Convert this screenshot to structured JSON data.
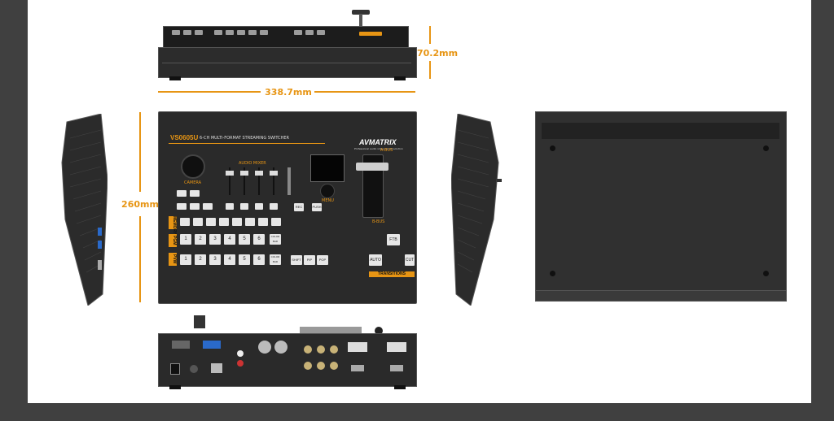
{
  "dimensions": {
    "height_top": "70.2mm",
    "width": "338.7mm",
    "depth": "260mm"
  },
  "front_panel": {
    "model": "VS0605U",
    "subtitle": "6-CH MULTI-FORMAT STREAMING SWITCHER",
    "brand": "AVMATRIX",
    "brand_tag": "Professional audio video record solution",
    "camera_label": "CAMERA",
    "audio_mixer_label": "AUDIO MIXER",
    "menu_label": "MENU",
    "a_bus_label": "A-BUS",
    "b_bus_label": "B-BUS",
    "transitions_label": "TRANSITIONS",
    "row_labels": [
      "MEMORY",
      "PGM",
      "PVW"
    ],
    "pgm_buttons": [
      "1",
      "2",
      "3",
      "4",
      "5",
      "6"
    ],
    "pvw_buttons": [
      "1",
      "2",
      "3",
      "4",
      "5",
      "6"
    ],
    "ftb_label": "FTB",
    "auto_label": "AUTO",
    "cut_label": "CUT",
    "small_buttons": [
      "REC",
      "PUSH",
      "SHIFT",
      "PIP",
      "POP"
    ],
    "extra_buttons": [
      "COLOR BAR",
      "COLOR BAR"
    ]
  },
  "colors": {
    "accent": "#e79514",
    "panel": "#2a2a2a",
    "background": "#ffffff",
    "border": "#404040"
  },
  "views": [
    "top-view",
    "front-view",
    "left-side-view",
    "right-side-view",
    "bottom-view",
    "rear-view"
  ]
}
